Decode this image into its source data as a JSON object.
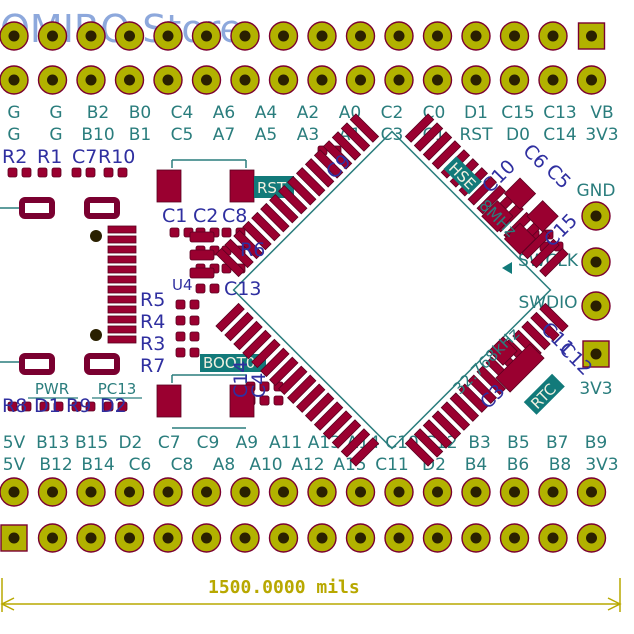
{
  "watermark": "OMIRO Store",
  "top_row1": [
    "G",
    "G",
    "B2",
    "B0",
    "C4",
    "A6",
    "A4",
    "A2",
    "A0",
    "C2",
    "C0",
    "D1",
    "C15",
    "C13",
    "VB"
  ],
  "top_row2": [
    "G",
    "G",
    "B10",
    "B1",
    "C5",
    "A7",
    "A5",
    "A3",
    "A1",
    "C3",
    "C1",
    "RST",
    "D0",
    "C14",
    "3V3"
  ],
  "bot_row1": [
    "5V",
    "B13",
    "B15",
    "D2",
    "C7",
    "C9",
    "A9",
    "A11",
    "A13",
    "A14",
    "C10",
    "C12",
    "B3",
    "B5",
    "B7",
    "B9"
  ],
  "bot_row2": [
    "5V",
    "B12",
    "B14",
    "C6",
    "C8",
    "A8",
    "A10",
    "A12",
    "A15",
    "C11",
    "D2",
    "B4",
    "B6",
    "B8",
    "3V3"
  ],
  "refs": {
    "r2": "R2",
    "r1": "R1",
    "c7": "C7",
    "r10": "R10",
    "c1": "C1",
    "c2": "C2",
    "c8": "C8",
    "r6": "R6",
    "c13": "C13",
    "u4": "U4",
    "r5": "R5",
    "r4": "R4",
    "r3": "R3",
    "r7": "R7",
    "r8": "R8",
    "d1": "D1",
    "r9": "R9",
    "d2": "D2",
    "c9": "C9",
    "c10": "C10",
    "c6": "C6",
    "c5": "C5",
    "c15": "C15",
    "c11": "C11",
    "c12": "C12",
    "c3": "C3",
    "c14": "C14",
    "c4": "C4"
  },
  "silk": {
    "rst": "RST",
    "boot0": "BOOT0",
    "hse": "HSE",
    "hse_freq": "8MHz",
    "lse_freq": "32.768kHz",
    "rtc": "RTC",
    "pwr": "PWR",
    "pc13": "PC13"
  },
  "side_labels": [
    "GND",
    "SWCLK",
    "SWDIO",
    "3V3"
  ],
  "dimension": "1500.0000 mils",
  "colors": {
    "pad": "#b2b200",
    "pad_outline": "#7a0030",
    "smd": "#9a0030",
    "pin_label": "#2a7d7d",
    "ref_label": "#2f2fa0",
    "silk_box": "#127a7a",
    "dimension": "#b8a800"
  }
}
